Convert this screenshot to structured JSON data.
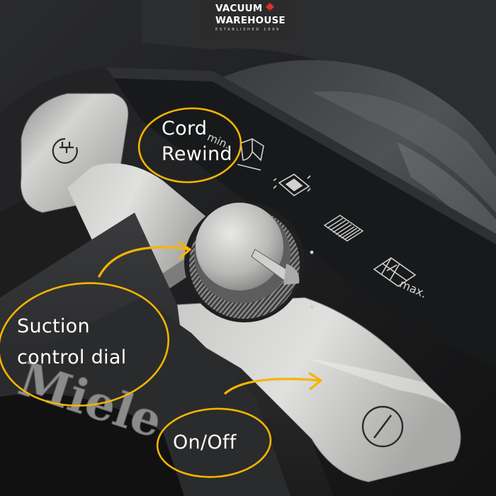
{
  "logo": {
    "line1": "VACUUM",
    "line2": "WAREHOUSE",
    "tagline": "ESTABLISHED 1999"
  },
  "callouts": {
    "cord_rewind": [
      "Cord",
      "Rewind"
    ],
    "suction": [
      "Suction",
      "control dial"
    ],
    "on_off": "On/Off"
  },
  "dial_labels": {
    "min": "min.",
    "max": "max."
  },
  "brand_text": "Miele",
  "icons": [
    "cord-rewind-icon",
    "curtain-setting-icon",
    "rug-setting-icon",
    "carpet-setting-icon",
    "hard-floor-setting-icon",
    "power-icon",
    "maple-leaf-icon"
  ],
  "colors": {
    "highlight": "#f6b400",
    "panel_dark": "#1b1c1e",
    "silver": "#c4c4c2",
    "logo_bg": "#2b2b2b"
  }
}
